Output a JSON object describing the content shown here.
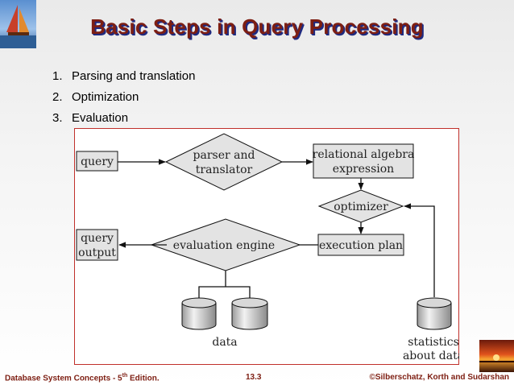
{
  "slide": {
    "title": "Basic Steps in Query Processing",
    "steps": [
      {
        "num": "1.",
        "text": "Parsing and translation"
      },
      {
        "num": "2.",
        "text": "Optimization"
      },
      {
        "num": "3.",
        "text": "Evaluation"
      }
    ]
  },
  "diagram": {
    "query": "query",
    "parser_line1": "parser and",
    "parser_line2": "translator",
    "ra_line1": "relational algebra",
    "ra_line2": "expression",
    "optimizer": "optimizer",
    "execution_plan": "execution plan",
    "evaluation_engine": "evaluation engine",
    "output_line1": "query",
    "output_line2": "output",
    "data": "data",
    "stats_line1": "statistics",
    "stats_line2": "about data"
  },
  "footer": {
    "book_prefix": "Database System Concepts - 5",
    "book_sup": "th",
    "book_suffix": " Edition.",
    "page": "13.3",
    "copyright": "©Silberschatz, Korth and Sudarshan"
  },
  "colors": {
    "title": "#7d1e12",
    "title_shadow": "#1f2a80",
    "frame": "#c0302b",
    "box_fill": "#e3e3e3"
  }
}
